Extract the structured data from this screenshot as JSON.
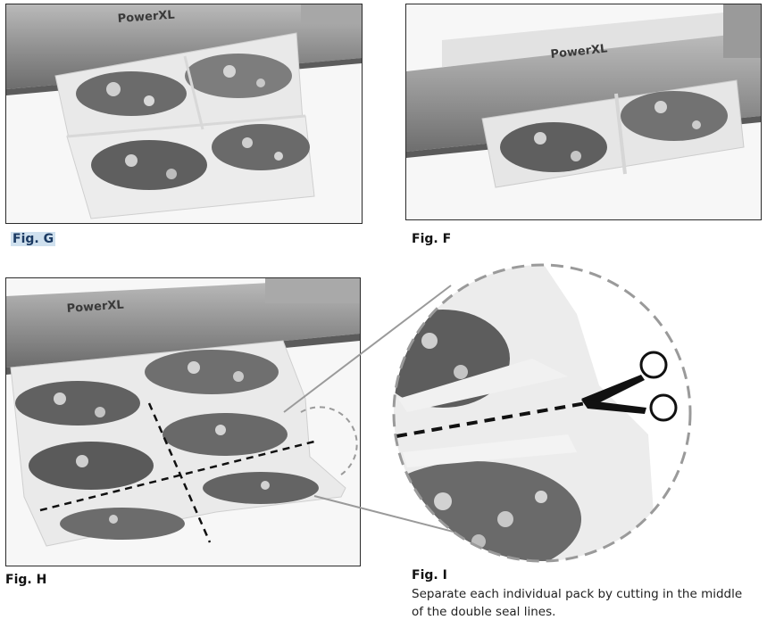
{
  "brand": "PowerXL",
  "figures": {
    "g": {
      "label": "Fig. G"
    },
    "f": {
      "label": "Fig. F"
    },
    "h": {
      "label": "Fig. H"
    },
    "i": {
      "label": "Fig. I",
      "caption_line1": "Separate each individual pack by cutting in the middle",
      "caption_line2": "of the double seal lines."
    }
  }
}
